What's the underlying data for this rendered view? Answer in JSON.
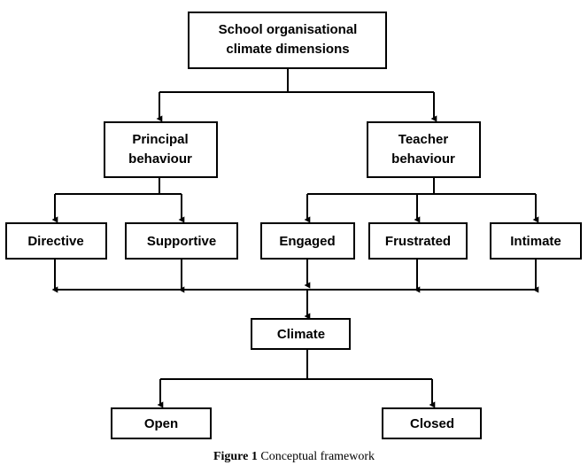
{
  "figure": {
    "caption_prefix": "Figure 1",
    "caption_text": " Conceptual framework"
  },
  "diagram": {
    "type": "flowchart",
    "orientation": "top-down",
    "colors": {
      "box_fill": "#ffffff",
      "box_stroke": "#000000",
      "text": "#000000",
      "background": "#ffffff"
    },
    "levels": [
      {
        "level": 1,
        "name": "root",
        "nodes": [
          {
            "id": "root",
            "label": "School organisational\nclimate dimensions",
            "line1": "School organisational",
            "line2": "climate dimensions"
          }
        ]
      },
      {
        "level": 2,
        "name": "behaviour-categories",
        "nodes": [
          {
            "id": "principal",
            "line1": "Principal",
            "line2": "behaviour"
          },
          {
            "id": "teacher",
            "line1": "Teacher",
            "line2": "behaviour"
          }
        ]
      },
      {
        "level": 3,
        "name": "climate-dimensions",
        "nodes": [
          {
            "id": "directive",
            "label": "Directive"
          },
          {
            "id": "supportive",
            "label": "Supportive"
          },
          {
            "id": "engaged",
            "label": "Engaged"
          },
          {
            "id": "frustrated",
            "label": "Frustrated"
          },
          {
            "id": "intimate",
            "label": "Intimate"
          }
        ]
      },
      {
        "level": 4,
        "name": "climate",
        "nodes": [
          {
            "id": "climate",
            "label": "Climate"
          }
        ]
      },
      {
        "level": 5,
        "name": "climate-types",
        "nodes": [
          {
            "id": "open",
            "label": "Open"
          },
          {
            "id": "closed",
            "label": "Closed"
          }
        ]
      }
    ],
    "edges": [
      {
        "from": "root",
        "to": "principal"
      },
      {
        "from": "root",
        "to": "teacher"
      },
      {
        "from": "principal",
        "to": "directive"
      },
      {
        "from": "principal",
        "to": "supportive"
      },
      {
        "from": "teacher",
        "to": "engaged"
      },
      {
        "from": "teacher",
        "to": "frustrated"
      },
      {
        "from": "teacher",
        "to": "intimate"
      },
      {
        "from": "directive",
        "to": "climate"
      },
      {
        "from": "supportive",
        "to": "climate"
      },
      {
        "from": "engaged",
        "to": "climate"
      },
      {
        "from": "frustrated",
        "to": "climate"
      },
      {
        "from": "intimate",
        "to": "climate"
      },
      {
        "from": "climate",
        "to": "open"
      },
      {
        "from": "climate",
        "to": "closed"
      }
    ]
  }
}
